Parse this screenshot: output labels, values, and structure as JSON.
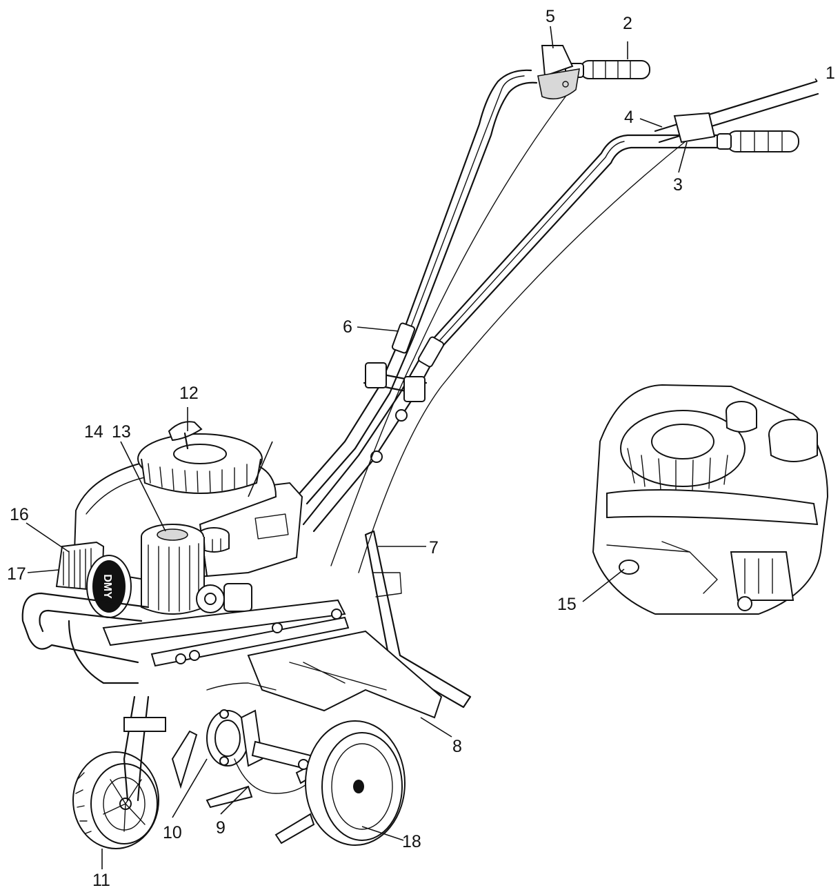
{
  "labels": {
    "l1": "1",
    "l2": "2",
    "l3": "3",
    "l4": "4",
    "l5": "5",
    "l6": "6",
    "l7": "7",
    "l8": "8",
    "l9": "9",
    "l10": "10",
    "l11": "11",
    "l12": "12",
    "l13": "13",
    "l14": "14",
    "l15": "15",
    "l16": "16",
    "l17": "17",
    "l18": "18"
  },
  "engine_logo": "DMY"
}
